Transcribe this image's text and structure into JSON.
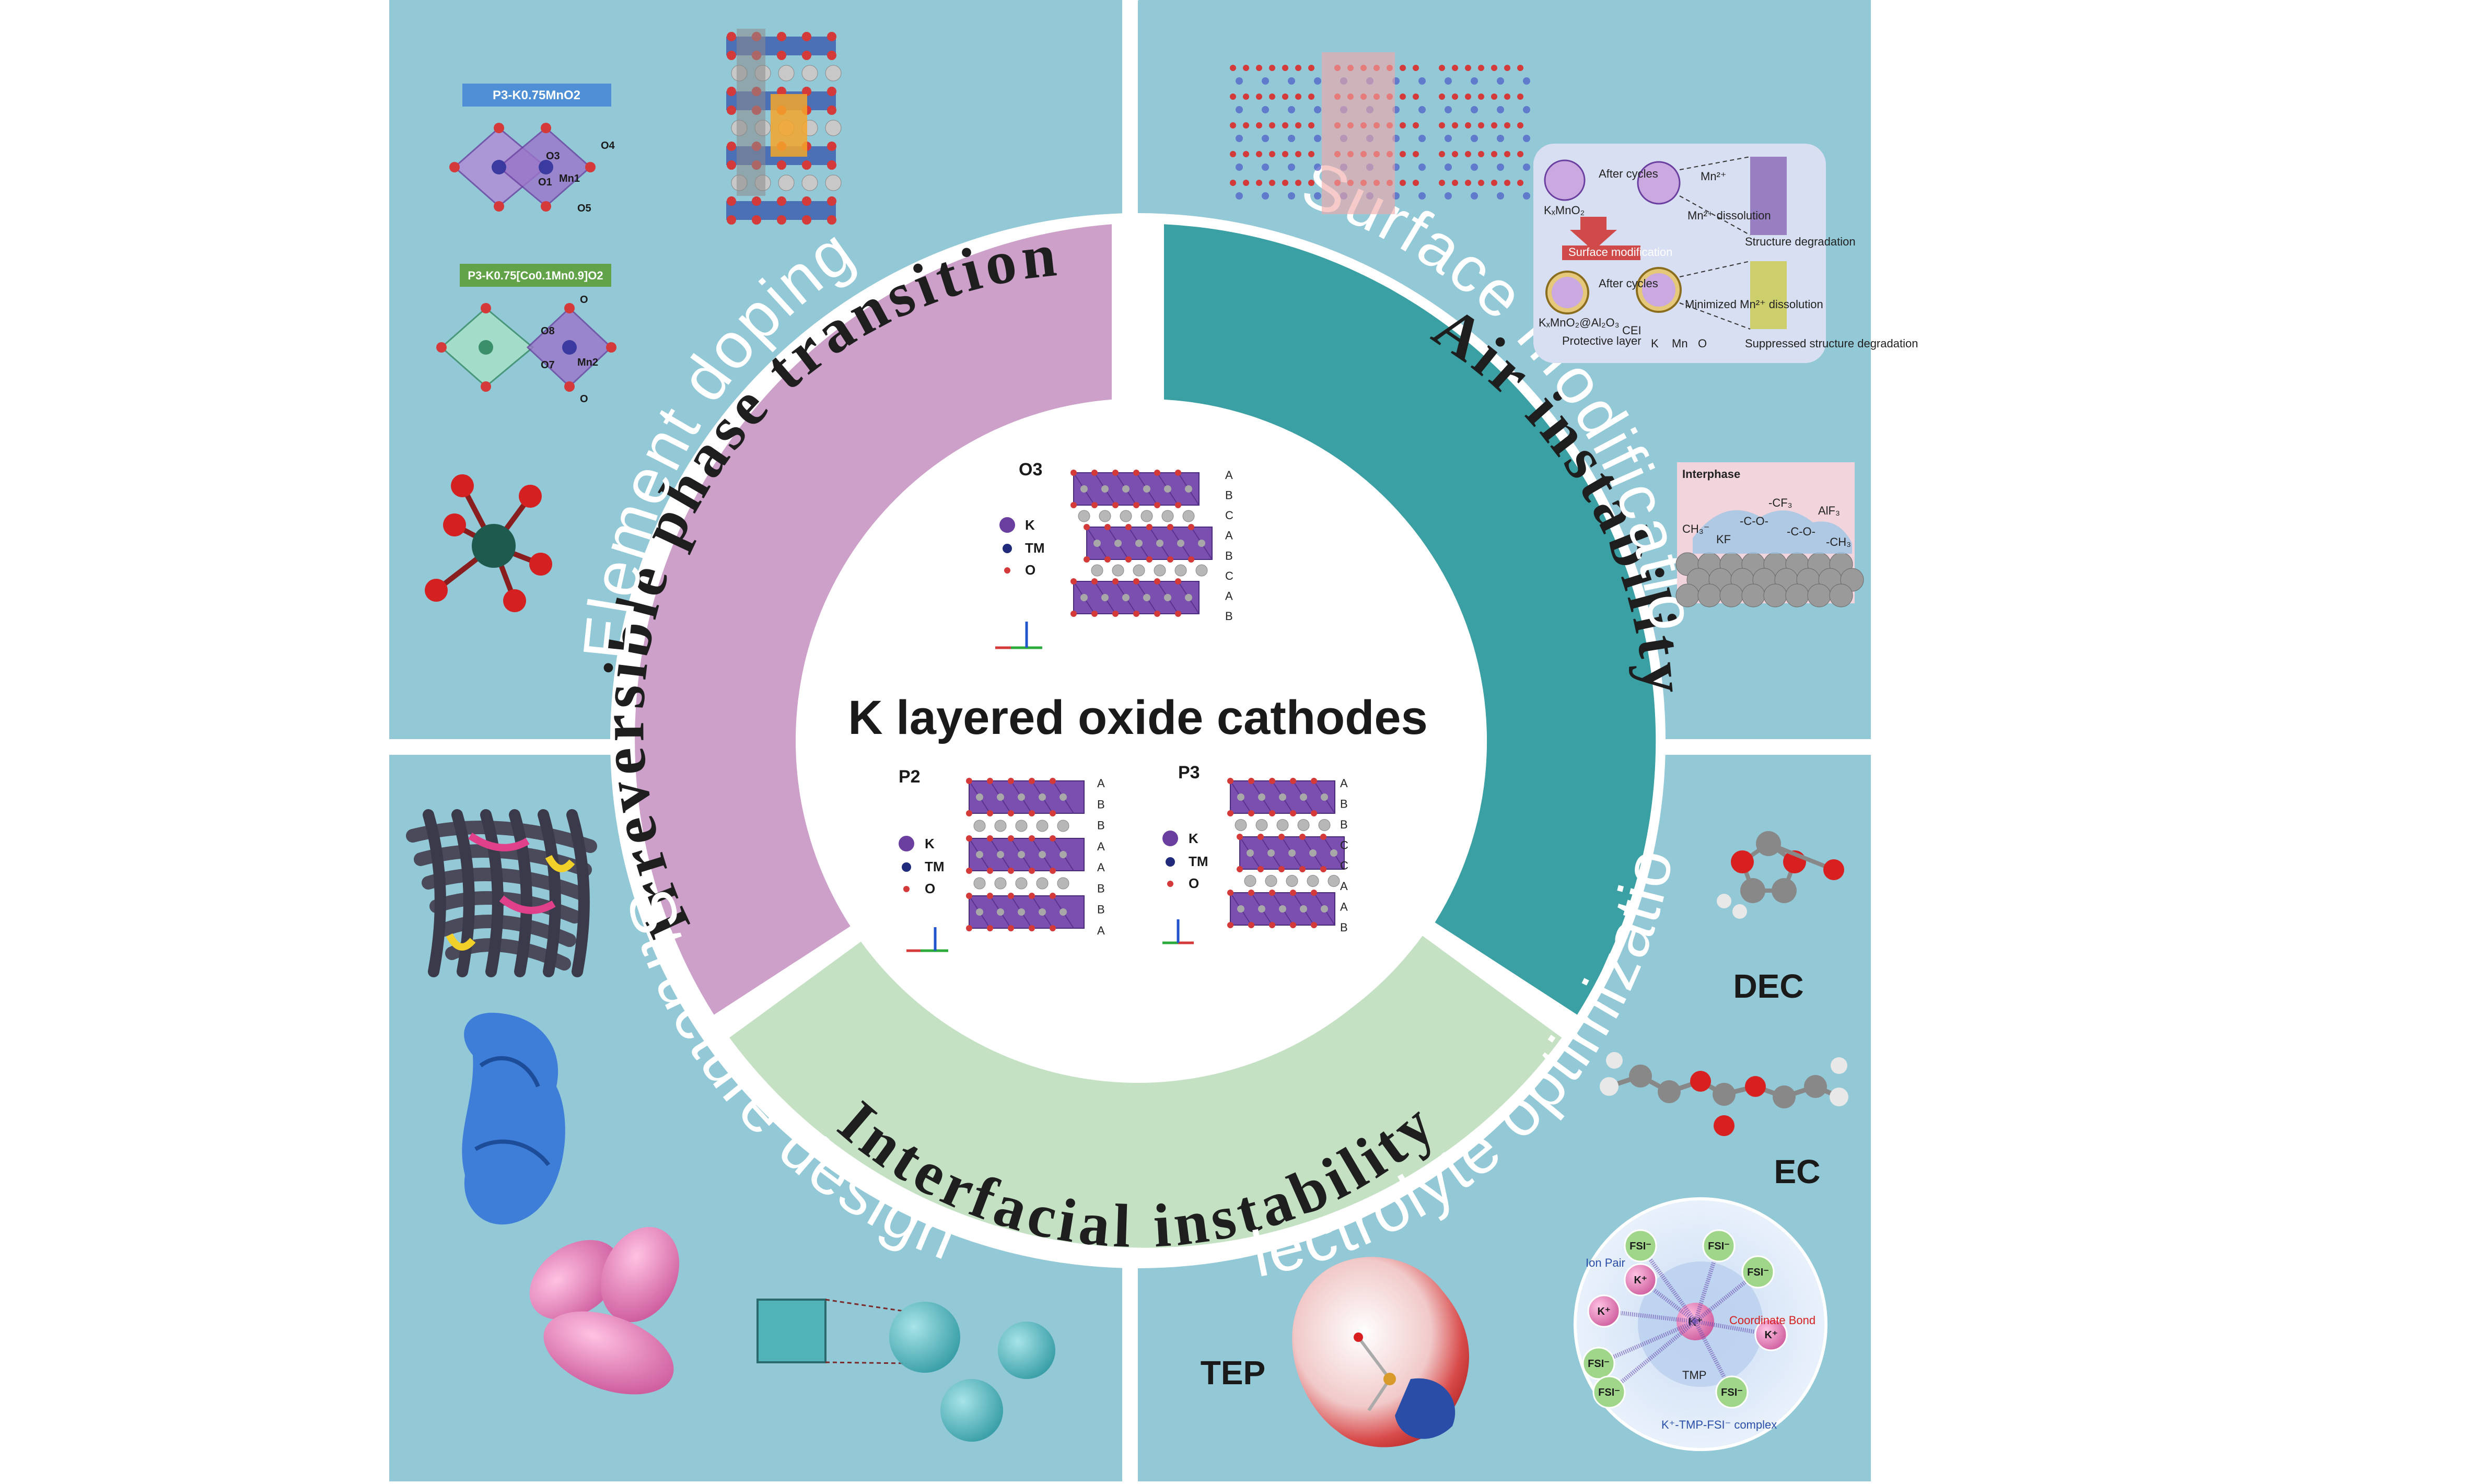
{
  "center": {
    "title": "K layered oxide cathodes"
  },
  "bands": {
    "top_left": "Irreversible phase transition",
    "right": "Air instability",
    "bottom": "Interfacial instability"
  },
  "quadrants": {
    "top_left": "Element doping",
    "top_right": "Surface modification",
    "bottom_left": "Structure design",
    "bottom_right": "Electrolyte optimization"
  },
  "structures": {
    "o3": {
      "name": "O3",
      "stack": [
        "A",
        "B",
        "C",
        "A",
        "B",
        "C",
        "A",
        "B"
      ]
    },
    "p2": {
      "name": "P2",
      "stack": [
        "A",
        "B",
        "B",
        "A",
        "A",
        "B",
        "B",
        "A"
      ]
    },
    "p3": {
      "name": "P3",
      "stack": [
        "A",
        "B",
        "B",
        "C",
        "C",
        "A",
        "A",
        "B"
      ]
    },
    "legend": {
      "k": "K",
      "tm": "TM",
      "o": "O"
    }
  },
  "doping": {
    "label1": "P3-K0.75MnO2",
    "label2": "P3-K0.75[Co0.1Mn0.9]O2",
    "atoms1": [
      "O3",
      "O4",
      "O1",
      "Mn1",
      "O5"
    ],
    "atoms2": [
      "O",
      "O8",
      "O7",
      "Mn2",
      "O"
    ]
  },
  "surface": {
    "labels": {
      "kmo": "KₓMnO₂",
      "after1": "After cycles",
      "mn_diss": "Mn²⁺ dissolution",
      "mn_ion": "Mn²⁺",
      "degrade": "Structure degradation",
      "surf_mod": "Surface modification",
      "after2": "After cycles",
      "minimized": "Minimized Mn²⁺ dissolution",
      "kmo_al": "KₓMnO₂@Al₂O₃",
      "cei": "CEI",
      "protective": "Protective layer",
      "legend_k": "K",
      "legend_mn": "Mn",
      "legend_o": "O",
      "suppressed": "Suppressed structure degradation"
    },
    "interphase": {
      "title": "Interphase",
      "chem": [
        "-CF₃",
        "AlF₃",
        "CH₃⁻",
        "-C-O-",
        "KF",
        "-C-O-",
        "-CH₃"
      ]
    }
  },
  "electrolyte": {
    "molecules": [
      "DEC",
      "EC",
      "TEP"
    ],
    "complex": {
      "ion_pair": "Ion Pair",
      "coordinate_bond": "Coordinate Bond",
      "tmp": "TMP",
      "caption": "K⁺-TMP-FSI⁻ complex",
      "fsi": "FSI⁻",
      "k": "K⁺"
    }
  },
  "colors": {
    "panel": "#93c8d6",
    "divider": "#ffffff",
    "band_pink": "#cda0c9",
    "band_teal": "#3aa0a3",
    "band_green": "#c4e1c4",
    "octahedron": "#7b4fb0",
    "tm_atom": "#a8a8a8",
    "o_atom": "#d43a3a",
    "k_atom": "#6a3fa0"
  },
  "icons": [
    "o3-structure-icon",
    "p2-structure-icon",
    "p3-structure-icon",
    "doped-octahedra-icon",
    "nanosheet-network-icon",
    "nanoparticle-icon",
    "molecule-icon",
    "solvation-complex-icon"
  ]
}
